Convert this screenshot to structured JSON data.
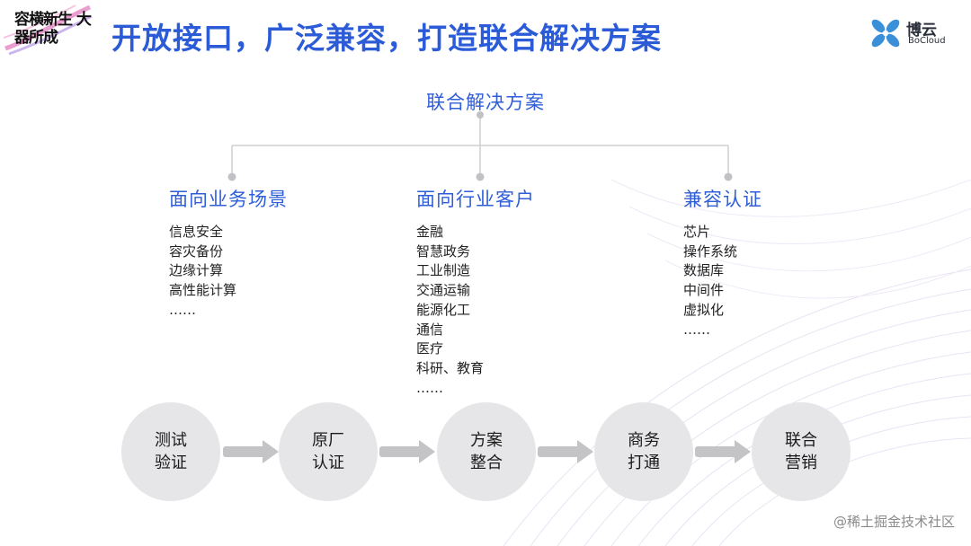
{
  "header": {
    "event_logo_text": "容横新生 大器所成",
    "title": "开放接口，广泛兼容，打造联合解决方案"
  },
  "brand": {
    "name": "博云",
    "sub": "BoCloud"
  },
  "tree": {
    "root": "联合解决方案",
    "branches": [
      {
        "head": "面向业务场景",
        "items": [
          "信息安全",
          "容灾备份",
          "边缘计算",
          "高性能计算",
          "……"
        ]
      },
      {
        "head": "面向行业客户",
        "items": [
          "金融",
          "智慧政务",
          "工业制造",
          "交通运输",
          "能源化工",
          "通信",
          "医疗",
          "科研、教育",
          "……"
        ]
      },
      {
        "head": "兼容认证",
        "items": [
          "芯片",
          "操作系统",
          "数据库",
          "中间件",
          "虚拟化",
          "……"
        ]
      }
    ]
  },
  "flow": {
    "steps": [
      "测试验证",
      "原厂认证",
      "方案整合",
      "商务打通",
      "联合营销"
    ]
  },
  "watermark": "@稀土掘金技术社区",
  "colors": {
    "title_blue": "#2b5bd7",
    "accent_blue": "#2f5ed8",
    "node_fill": "#e6e6e8",
    "arrow_gray": "#c4c4c6",
    "logo_blue": "#3a8fd9"
  },
  "icons": {
    "brand_logo": "four-petal-x-icon",
    "arrow": "right-arrow-icon"
  }
}
